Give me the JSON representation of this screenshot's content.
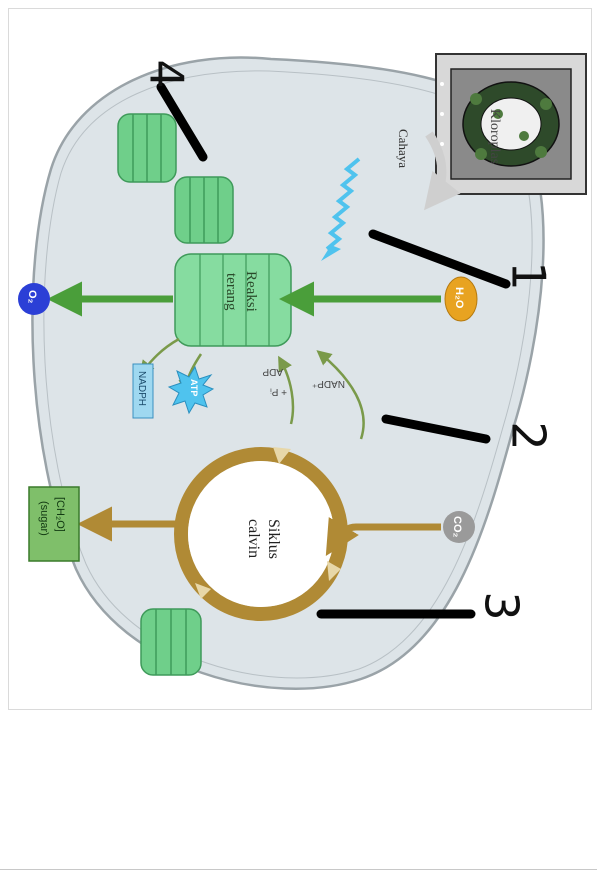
{
  "diagram": {
    "chloroplast_label": "Kloroplas",
    "sunlight_label": "Cahaya",
    "light_reaction": {
      "line1": "Reaksi",
      "line2": "terang"
    },
    "calvin_cycle": {
      "line1": "Siklus",
      "line2": "calvin"
    },
    "water": "H₂O",
    "oxygen": "O₂",
    "co2": "CO₂",
    "sugar": {
      "line1": "[CH₂O]",
      "line2": "(sugar)"
    },
    "nadph": "NADPH",
    "atp": "ATP",
    "adp": "ADP",
    "pi": "+ Pᵢ",
    "nadp": "NADP⁺",
    "markers": [
      "1",
      "2",
      "3",
      "4"
    ]
  },
  "colors": {
    "chloroplast_fill": "#dde4e8",
    "grana": "#6fcf8a",
    "light_arrow": "#4a9e3a",
    "calvin_ring": "#b08a35",
    "water_badge": "#e8a321",
    "oxygen_badge": "#2b3fd6",
    "co2_badge": "#9a9a9a",
    "sugar_box": "#7fbf6a",
    "sunlight": "#4fc3ee",
    "nadph_box": "#9fd8f0",
    "marker_bar": "#000000"
  }
}
